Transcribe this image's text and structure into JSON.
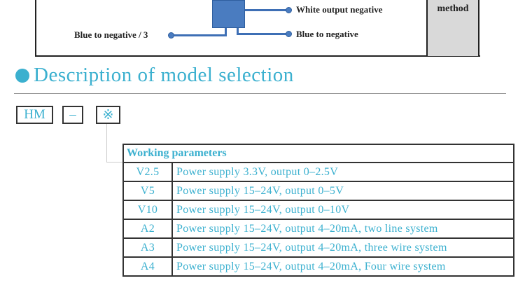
{
  "diagram": {
    "labels": {
      "white_output": "White output negative",
      "blue_negative": "Blue to negative",
      "blue_negative_3": "Blue to negative / 3"
    },
    "side_cell": "method",
    "colors": {
      "chip": "#4a7cc0",
      "side_cell": "#d9d9d9"
    }
  },
  "section": {
    "title": "Description of model selection",
    "accent": "#3bb0cf"
  },
  "model_code": [
    "HM",
    "–",
    "※"
  ],
  "table": {
    "header": "Working parameters",
    "rows": [
      {
        "code": "V2.5",
        "desc": "Power supply 3.3V, output 0–2.5V"
      },
      {
        "code": "V5",
        "desc": "Power supply 15–24V, output 0–5V"
      },
      {
        "code": "V10",
        "desc": "Power supply 15–24V, output 0–10V"
      },
      {
        "code": "A2",
        "desc": "Power supply 15–24V, output 4–20mA, two line system"
      },
      {
        "code": "A3",
        "desc": "Power supply 15–24V, output 4–20mA, three wire system"
      },
      {
        "code": "A4",
        "desc": "Power supply 15–24V, output 4–20mA, Four wire system"
      }
    ]
  }
}
